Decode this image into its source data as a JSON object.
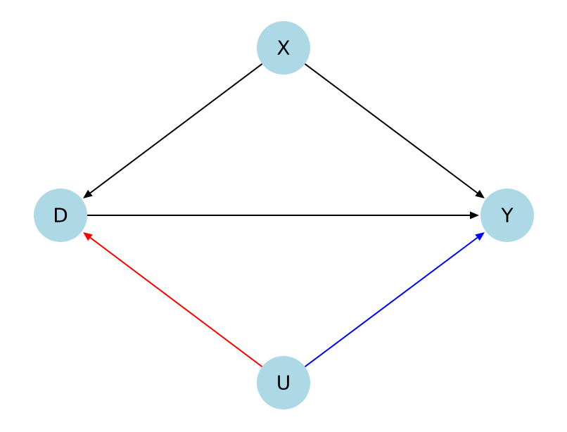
{
  "colors": {
    "background": "#ffffff",
    "node_fill": "#add8e6",
    "default_edge": "#000000",
    "red_edge": "#ff0000",
    "blue_edge": "#0000ff",
    "label": "#000000"
  },
  "nodes": [
    {
      "id": "X",
      "label": "X"
    },
    {
      "id": "D",
      "label": "D"
    },
    {
      "id": "Y",
      "label": "Y"
    },
    {
      "id": "U",
      "label": "U"
    }
  ],
  "edges": [
    {
      "from": "X",
      "to": "D",
      "color": "#000000"
    },
    {
      "from": "X",
      "to": "Y",
      "color": "#000000"
    },
    {
      "from": "D",
      "to": "Y",
      "color": "#000000"
    },
    {
      "from": "U",
      "to": "D",
      "color": "#ff0000"
    },
    {
      "from": "U",
      "to": "Y",
      "color": "#0000ff"
    }
  ]
}
